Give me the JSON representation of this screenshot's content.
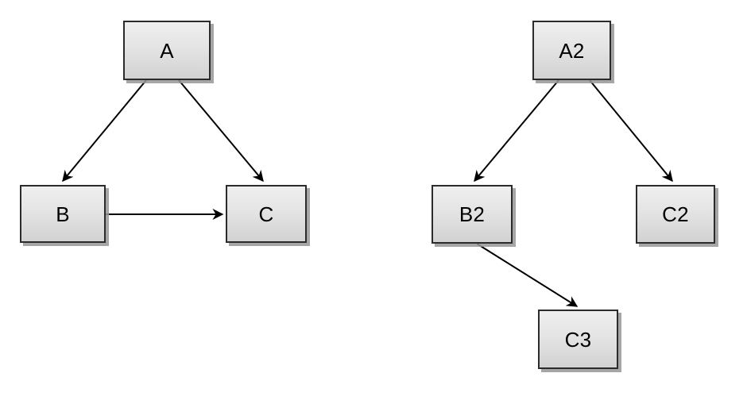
{
  "diagram": {
    "type": "directed-graph",
    "background_color": "#ffffff",
    "node_fill_top": "#efefef",
    "node_fill_bottom": "#d2d2d2",
    "node_border_color": "#2b2b2b",
    "node_shadow_color": "#969696",
    "edge_color": "#000000",
    "graphs": [
      {
        "id": "graph-left",
        "nodes": [
          {
            "id": "A",
            "label": "A"
          },
          {
            "id": "B",
            "label": "B"
          },
          {
            "id": "C",
            "label": "C"
          }
        ],
        "edges": [
          {
            "from": "A",
            "to": "B",
            "arrowhead": "open-vee"
          },
          {
            "from": "A",
            "to": "C",
            "arrowhead": "open-vee"
          },
          {
            "from": "B",
            "to": "C",
            "arrowhead": "open-vee"
          }
        ]
      },
      {
        "id": "graph-right",
        "nodes": [
          {
            "id": "A2",
            "label": "A2"
          },
          {
            "id": "B2",
            "label": "B2"
          },
          {
            "id": "C2",
            "label": "C2"
          },
          {
            "id": "C3",
            "label": "C3"
          }
        ],
        "edges": [
          {
            "from": "A2",
            "to": "B2",
            "arrowhead": "open-vee"
          },
          {
            "from": "A2",
            "to": "C2",
            "arrowhead": "open-vee"
          },
          {
            "from": "B2",
            "to": "C3",
            "arrowhead": "open-vee"
          }
        ]
      }
    ]
  }
}
